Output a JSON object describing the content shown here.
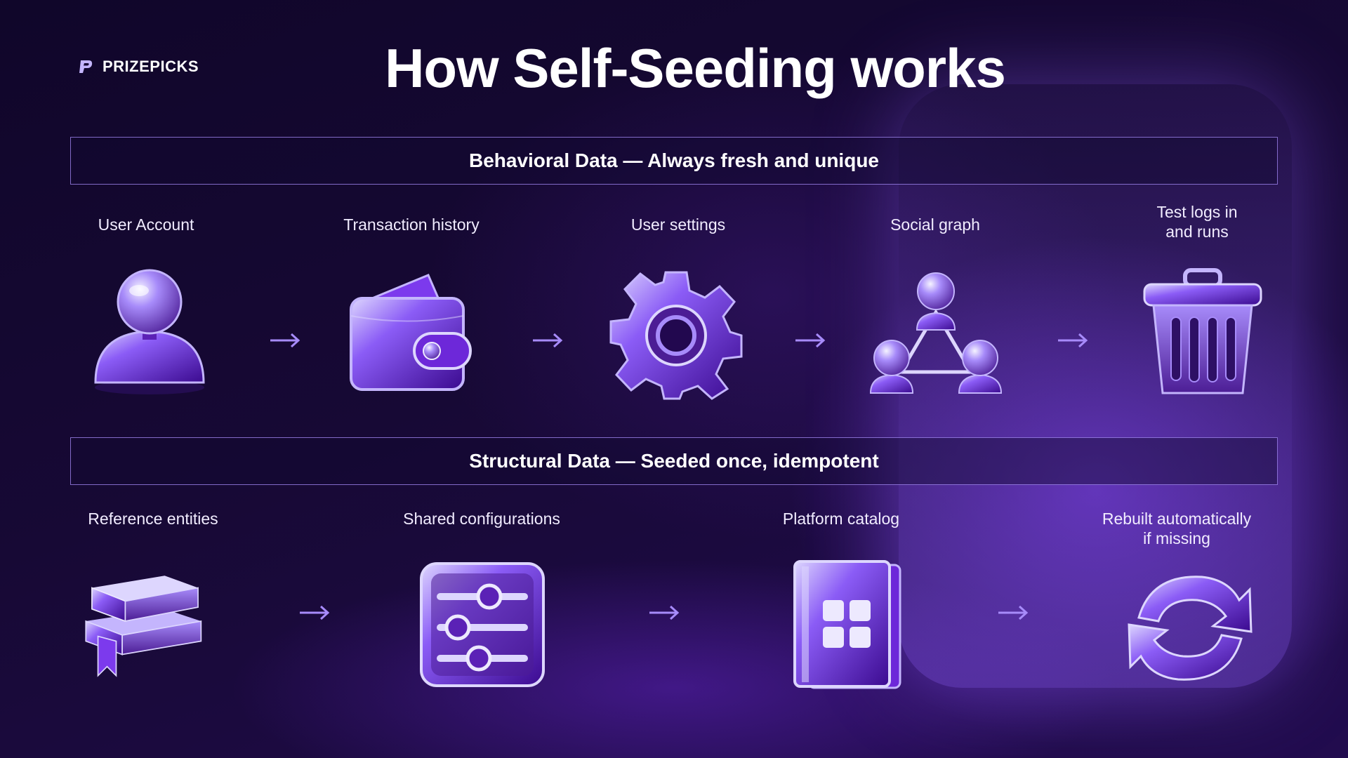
{
  "brand": {
    "name": "PRIZEPICKS"
  },
  "title": "How Self-Seeding works",
  "behavioral": {
    "banner": "Behavioral Data — Always fresh and unique",
    "steps": [
      {
        "label": "User Account",
        "icon": "user-icon"
      },
      {
        "label": "Transaction history",
        "icon": "wallet-icon"
      },
      {
        "label": "User settings",
        "icon": "gear-icon"
      },
      {
        "label": "Social graph",
        "icon": "network-icon"
      },
      {
        "label": "Test logs in\nand runs",
        "icon": "trash-icon"
      }
    ]
  },
  "structural": {
    "banner": "Structural  Data —  Seeded once, idempotent",
    "steps": [
      {
        "label": "Reference entities",
        "icon": "books-icon"
      },
      {
        "label": "Shared configurations",
        "icon": "sliders-icon"
      },
      {
        "label": "Platform catalog",
        "icon": "catalog-icon"
      },
      {
        "label": "Rebuilt automatically\nif missing",
        "icon": "refresh-icon"
      }
    ]
  },
  "colors": {
    "background": "#170935",
    "accent": "#8b5cf6",
    "icon_light": "#c4b5fd",
    "icon_dark": "#4c1d95",
    "arrow": "#a78bfa"
  }
}
